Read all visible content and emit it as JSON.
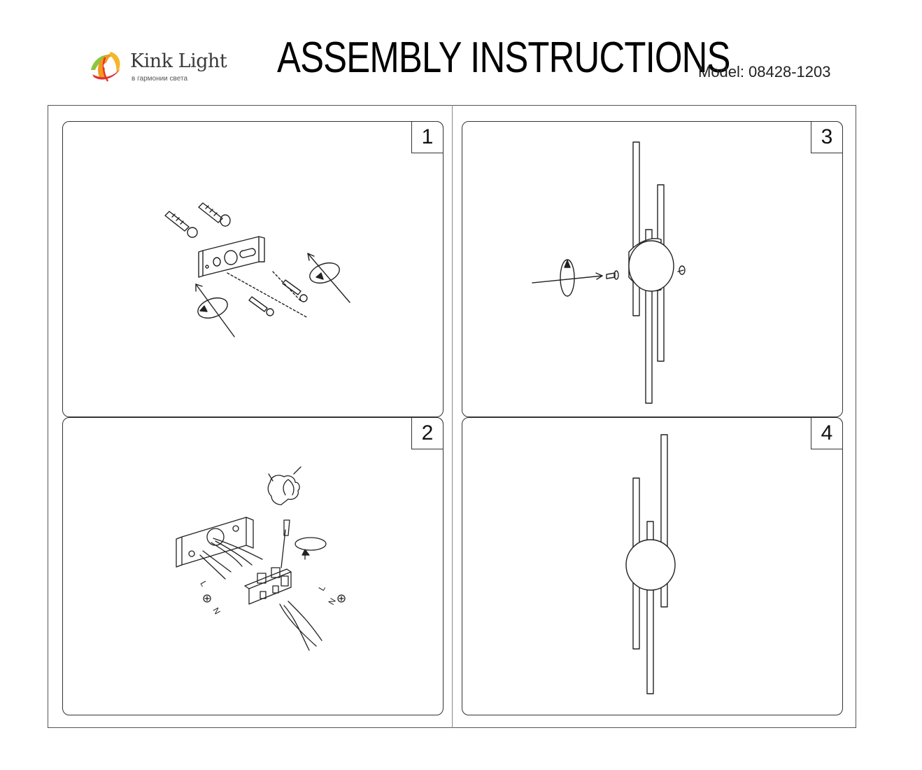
{
  "brand": {
    "name": "Kink Light",
    "tagline": "в гармонии света",
    "colors": {
      "orange": "#f39a1e",
      "green": "#8cc63f",
      "red": "#e2342b",
      "text": "#3a3a3a"
    }
  },
  "document": {
    "title": "ASSEMBLY INSTRUCTIONS",
    "model_label": "Model:",
    "model_number": "08428-1203"
  },
  "steps": [
    {
      "number": "1",
      "content": "wall-bracket-mounting"
    },
    {
      "number": "2",
      "content": "wiring-terminal-connection"
    },
    {
      "number": "3",
      "content": "fixture-screw-attachment"
    },
    {
      "number": "4",
      "content": "assembled-fixture"
    }
  ],
  "wire_labels": {
    "live": "L",
    "neutral": "N"
  }
}
